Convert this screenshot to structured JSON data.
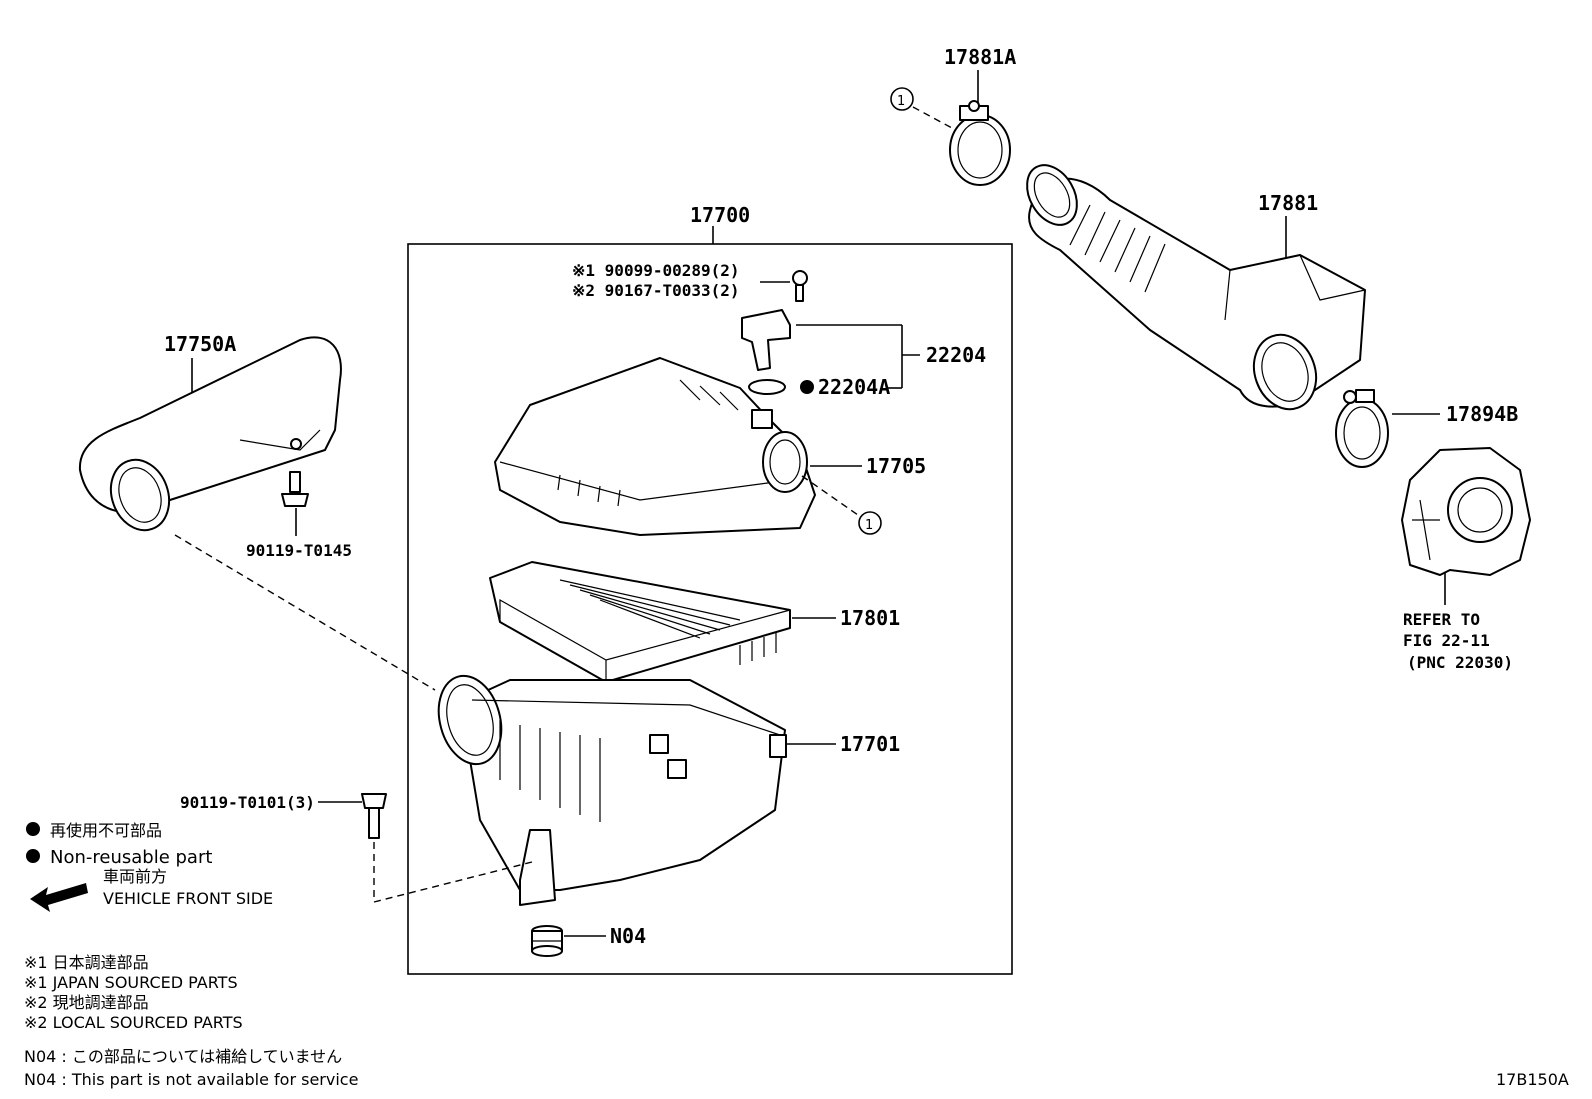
{
  "parts": {
    "p17881A": "17881A",
    "p17700": "17700",
    "p17881": "17881",
    "s1_num": "※1 90099-00289(2)",
    "s2_num": "※2 90167-T0033(2)",
    "p22204": "22204",
    "p22204A": "22204A",
    "p17750A": "17750A",
    "p17705": "17705",
    "p17894B": "17894B",
    "p90119_T0145": "90119-T0145",
    "p17801": "17801",
    "p17701": "17701",
    "p90119_T0101": "90119-T0101(3)",
    "pN04": "N04",
    "refer_1": "REFER TO",
    "refer_2": "FIG 22-11",
    "refer_3": "(PNC 22030)",
    "circle_ref": "1"
  },
  "legend": {
    "nonreusable_jp": "再使用不可部品",
    "nonreusable_en": "Non-reusable part",
    "front_jp": "車両前方",
    "front_en": "VEHICLE FRONT SIDE"
  },
  "footnotes": {
    "f1_jp": "※1  日本調達部品",
    "f1_en": "※1  JAPAN SOURCED PARTS",
    "f2_jp": "※2  現地調達部品",
    "f2_en": "※2  LOCAL SOURCED PARTS",
    "n04_jp": "N04 : この部品については補給していません",
    "n04_en": "N04 : This part is not available for service"
  },
  "figure_id": "17B150A"
}
